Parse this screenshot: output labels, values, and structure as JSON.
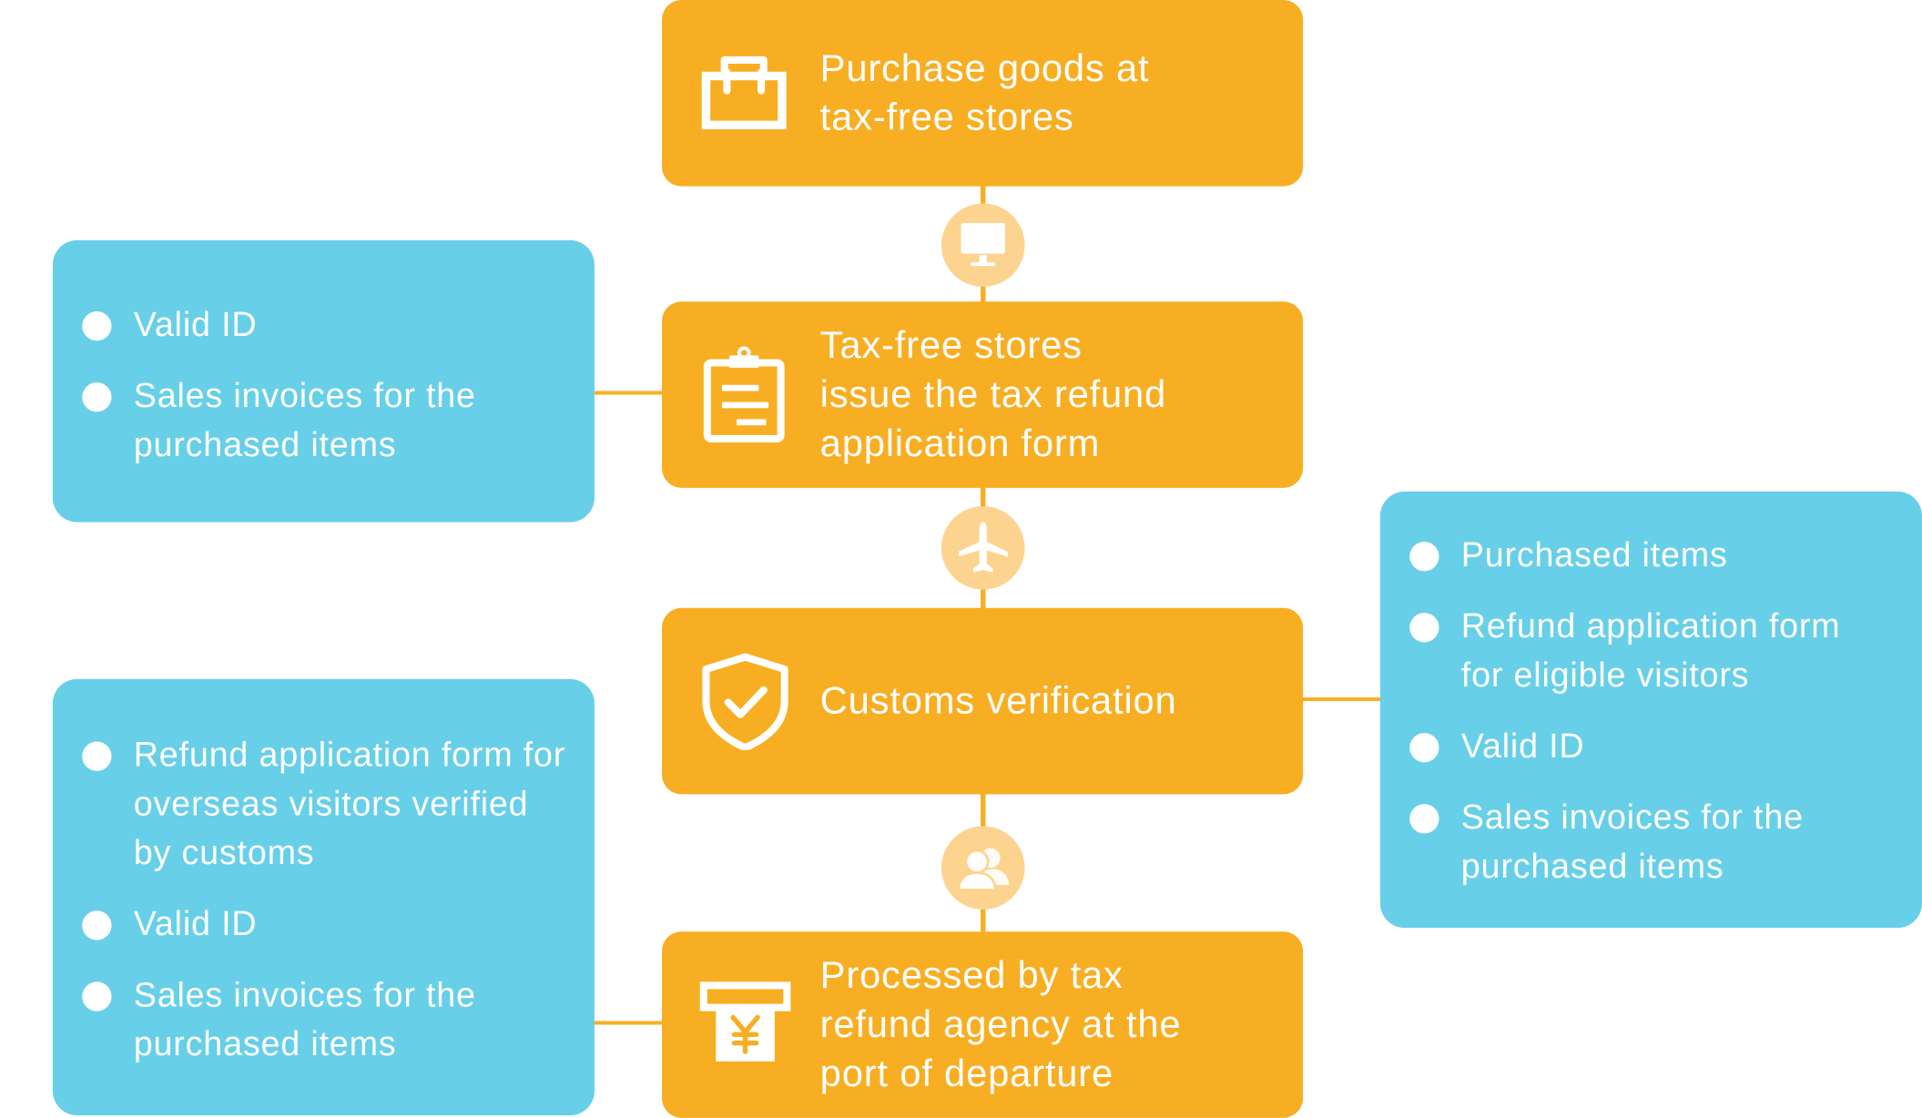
{
  "colors": {
    "step_fill": "#F8AE22",
    "badge_fill": "#FCD48F",
    "note_fill": "#67CFE8",
    "text": "#FFFFFF"
  },
  "steps": [
    {
      "icon": "shopping-bag-icon",
      "lines": [
        "Purchase goods at",
        "tax-free stores"
      ]
    },
    {
      "icon": "clipboard-icon",
      "lines": [
        "Tax-free stores",
        "issue the tax refund",
        "application form"
      ]
    },
    {
      "icon": "shield-check-icon",
      "lines": [
        "Customs verification"
      ]
    },
    {
      "icon": "atm-yen-icon",
      "lines": [
        "Processed by tax",
        "refund agency at the",
        "port of departure"
      ]
    }
  ],
  "badges": [
    {
      "icon": "monitor-icon"
    },
    {
      "icon": "airplane-icon"
    },
    {
      "icon": "people-icon"
    }
  ],
  "notes": {
    "step2": [
      "Valid ID",
      "Sales invoices for the purchased items"
    ],
    "step3": [
      "Purchased items",
      "Refund application form for eligible visitors",
      "Valid ID",
      "Sales invoices for the purchased items"
    ],
    "step4": [
      "Refund application form for overseas visitors verified by customs",
      "Valid ID",
      "Sales invoices for the purchased items"
    ]
  }
}
